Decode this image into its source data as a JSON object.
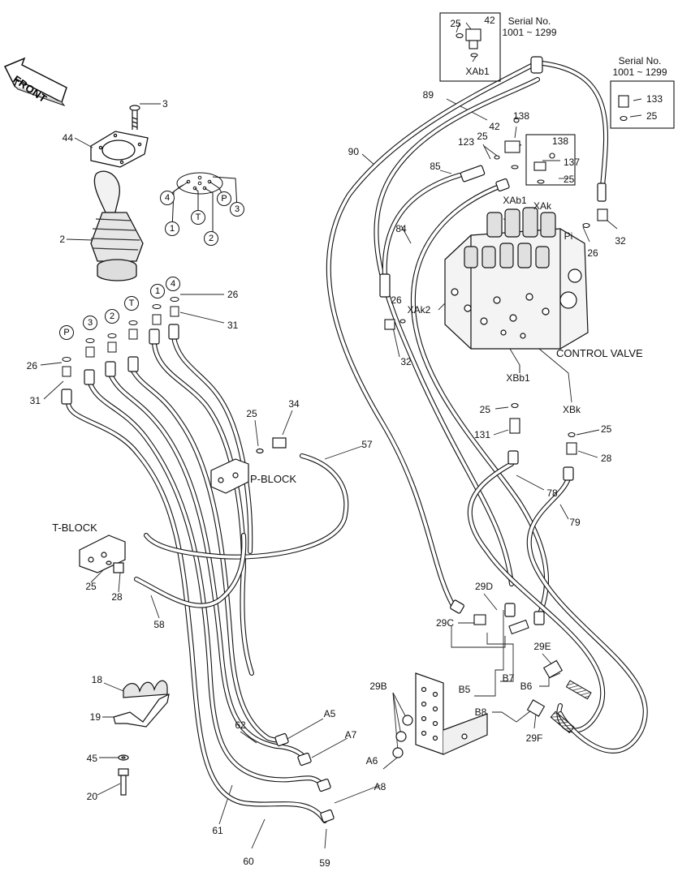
{
  "front_label": "FRONT",
  "serial_labels": {
    "top": [
      "Serial No.",
      "1001 ~ 1299"
    ],
    "right": [
      "Serial No.",
      "1001 ~ 1299"
    ]
  },
  "block_labels": {
    "control_valve": "CONTROL VALVE",
    "p_block": "P-BLOCK",
    "t_block": "T-BLOCK"
  },
  "port_labels": {
    "xab1_top": "XAb1",
    "xab1": "XAb1",
    "xak": "XAk",
    "xak2": "XAk2",
    "pi": "Pi",
    "xbb1": "XBb1",
    "xbk": "XBk",
    "a5": "A5",
    "a6": "A6",
    "a7": "A7",
    "a8": "A8",
    "b5": "B5",
    "b6": "B6",
    "b7": "B7",
    "b8": "B8"
  },
  "joystick_port_circles": [
    "4",
    "T",
    "P",
    "3",
    "1",
    "2"
  ],
  "fitting_port_circles": [
    "P",
    "3",
    "2",
    "T",
    "1",
    "4"
  ],
  "part_numbers": {
    "p3": "3",
    "p44": "44",
    "p2": "2",
    "p26a": "26",
    "p31a": "31",
    "p26b": "26",
    "p31b": "31",
    "p25_top": "25",
    "p42_top": "42",
    "p89": "89",
    "p90": "90",
    "p138a": "138",
    "p42": "42",
    "p25a": "25",
    "p123": "123",
    "p85": "85",
    "p138b": "138",
    "p137": "137",
    "p25b": "25",
    "p133": "133",
    "p25c": "25",
    "p32a": "32",
    "p26c": "26",
    "p84": "84",
    "p26d": "26",
    "p32b": "32",
    "p25d": "25",
    "p131": "131",
    "p25e": "25",
    "p28a": "28",
    "p78": "78",
    "p79": "79",
    "p25f": "25",
    "p34": "34",
    "p57": "57",
    "p25g": "25",
    "p28b": "28",
    "p58": "58",
    "p29d": "29D",
    "p29c": "29C",
    "p29e": "29E",
    "p29b": "29B",
    "p29f": "29F",
    "p18": "18",
    "p19": "19",
    "p45": "45",
    "p20": "20",
    "p62": "62",
    "p61": "61",
    "p60": "60",
    "p59": "59"
  }
}
